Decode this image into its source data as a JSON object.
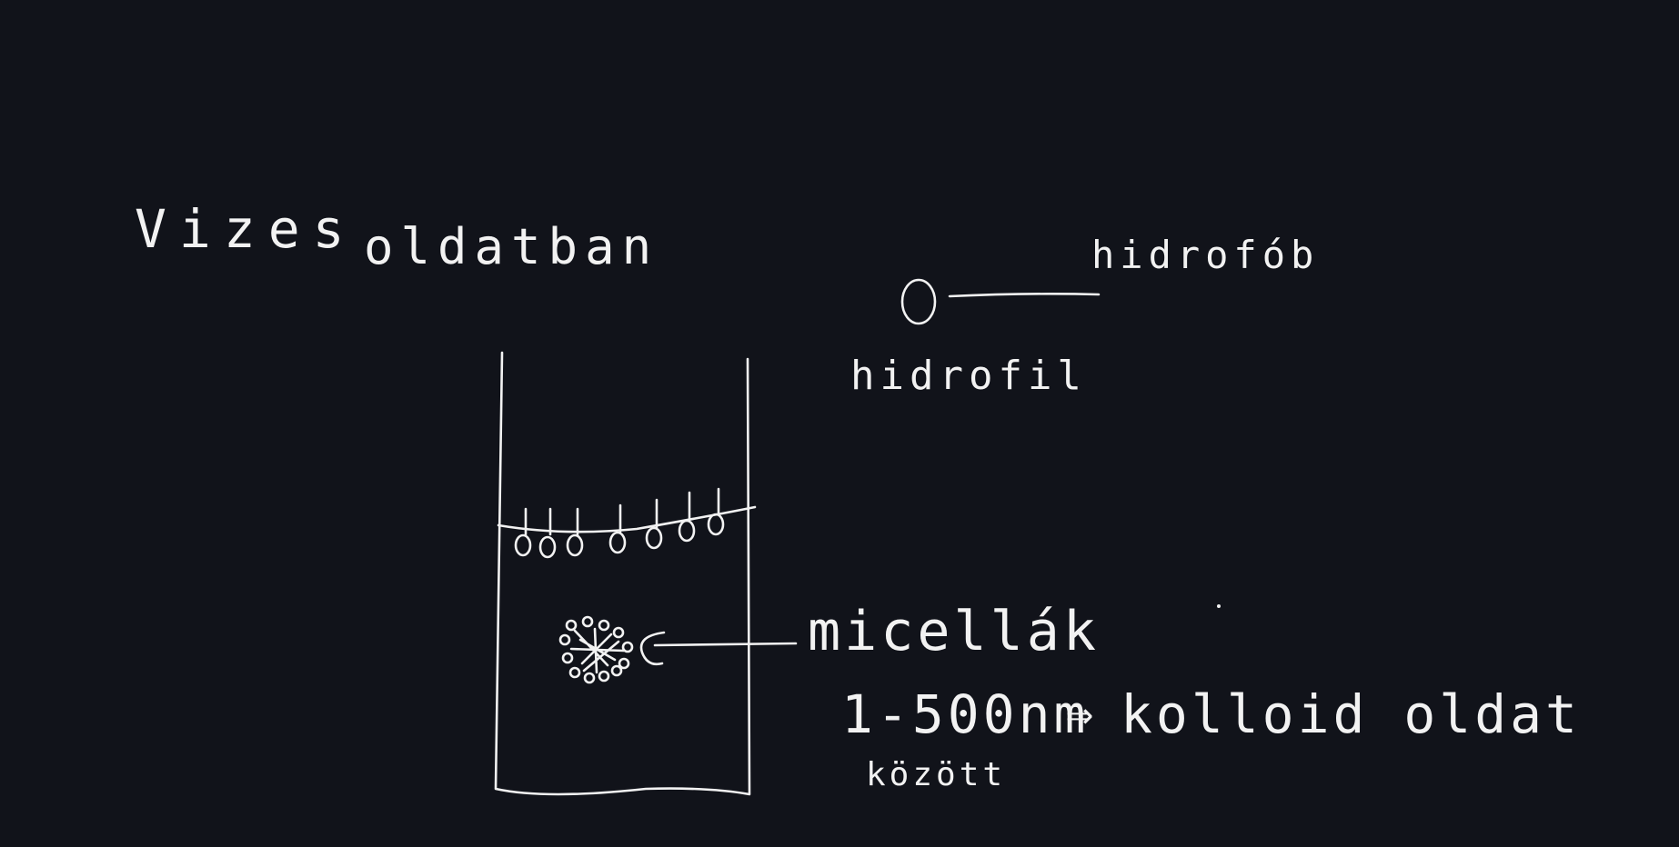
{
  "labels": {
    "title_word1": "Vizes",
    "title_word2": "oldatban",
    "hydrophobic": "hidrofób",
    "hydrophilic": "hidrofil",
    "micelles": "micellák",
    "size_range": "1-500nm",
    "implies": "⇒",
    "colloid": "kolloid  oldat",
    "between": "között"
  },
  "colors": {
    "background": "#11131a",
    "ink": "#f2f2f2"
  }
}
